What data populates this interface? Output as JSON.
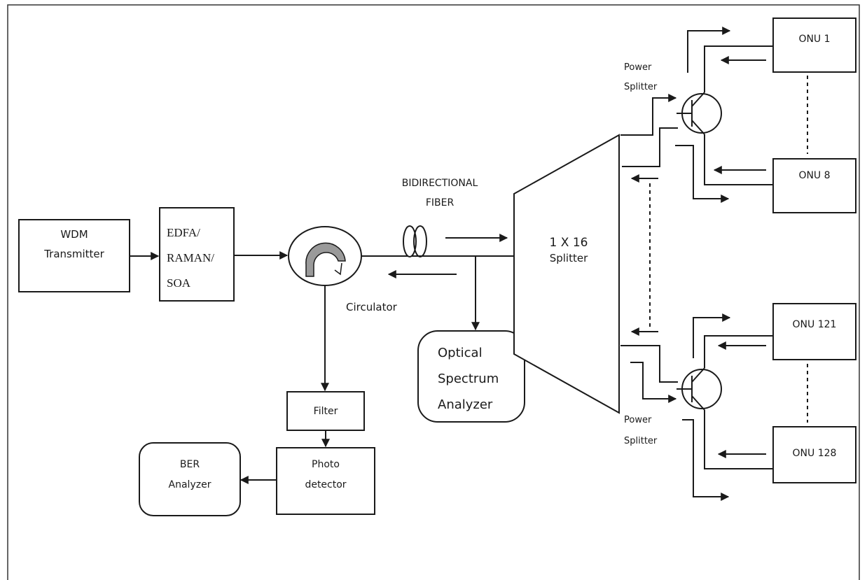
{
  "blocks": {
    "wdm_transmitter": [
      "WDM",
      "Transmitter"
    ],
    "amplifier": [
      "EDFA/",
      "RAMAN/",
      "SOA"
    ],
    "circulator_label": "Circulator",
    "fiber_label": [
      "BIDIRECTIONAL",
      "FIBER"
    ],
    "osa": [
      "Optical",
      "Spectrum",
      "Analyzer"
    ],
    "splitter": [
      "1 X 16",
      "Splitter"
    ],
    "filter": "Filter",
    "photodetector": [
      "Photo",
      "detector"
    ],
    "ber_analyzer": [
      "BER",
      "Analyzer"
    ],
    "power_splitter_top": [
      "Power",
      "Splitter"
    ],
    "power_splitter_bottom": [
      "Power",
      "Splitter"
    ],
    "onu_1": "ONU 1",
    "onu_8": "ONU 8",
    "onu_121": "ONU 121",
    "onu_128": "ONU 128"
  },
  "colors": {
    "line": "#1a1a1a",
    "circulator_arc": "#9a9a9a",
    "background": "#ffffff"
  }
}
